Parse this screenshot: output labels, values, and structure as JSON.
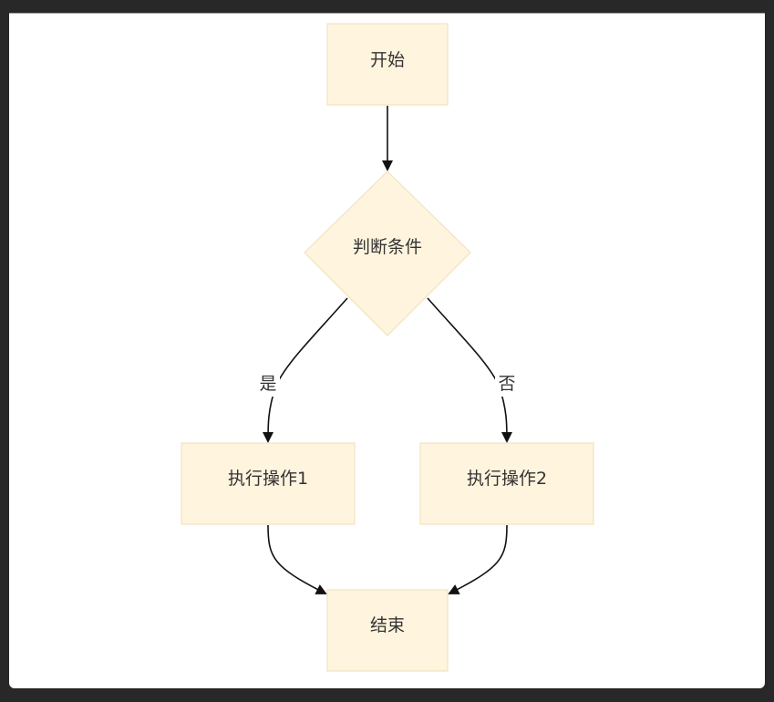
{
  "diagram": {
    "type": "flowchart",
    "colors": {
      "node_fill": "#fff4de",
      "node_stroke": "#f1e3c3",
      "edge": "#111111",
      "text": "#333333",
      "background": "#ffffff",
      "frame": "#282828"
    },
    "nodes": {
      "start": {
        "label": "开始",
        "shape": "rectangle"
      },
      "decision": {
        "label": "判断条件",
        "shape": "diamond"
      },
      "action1": {
        "label": "执行操作1",
        "shape": "rectangle"
      },
      "action2": {
        "label": "执行操作2",
        "shape": "rectangle"
      },
      "end": {
        "label": "结束",
        "shape": "rectangle"
      }
    },
    "edges": [
      {
        "from": "start",
        "to": "decision",
        "label": ""
      },
      {
        "from": "decision",
        "to": "action1",
        "label": "是"
      },
      {
        "from": "decision",
        "to": "action2",
        "label": "否"
      },
      {
        "from": "action1",
        "to": "end",
        "label": ""
      },
      {
        "from": "action2",
        "to": "end",
        "label": ""
      }
    ],
    "edge_labels": {
      "yes": "是",
      "no": "否"
    }
  }
}
